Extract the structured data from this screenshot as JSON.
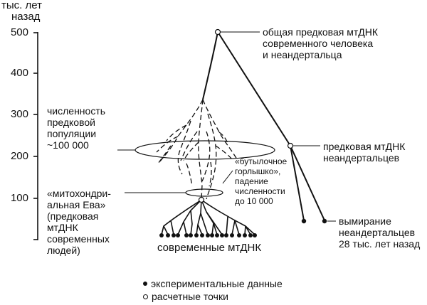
{
  "axis": {
    "title_line1": "тыс. лет",
    "title_line2": "назад",
    "ticks": [
      "500",
      "400",
      "300",
      "200",
      "100"
    ]
  },
  "labels": {
    "common_ancestor": [
      "общая предковая мтДНК",
      "современного человека",
      "и неандертальца"
    ],
    "population": [
      "численность",
      "предковой",
      "популяции",
      "~100 000"
    ],
    "neanderthal_ancestor": [
      "предковая мтДНК",
      "неандертальцев"
    ],
    "bottleneck": [
      "«бутылочное",
      "горлышко»,",
      "падение",
      "численности",
      "до 10 000"
    ],
    "eve": [
      "«митохондри-",
      "альная Ева»",
      "(предковая",
      "мтДНК",
      "современных",
      "людей)"
    ],
    "extinction": [
      "вымирание",
      "неандертальцев",
      "28 тыс. лет назад"
    ],
    "modern": "современные мтДНК"
  },
  "legend": {
    "experimental": "экспериментальные данные",
    "calculated": "расчетные точки"
  }
}
